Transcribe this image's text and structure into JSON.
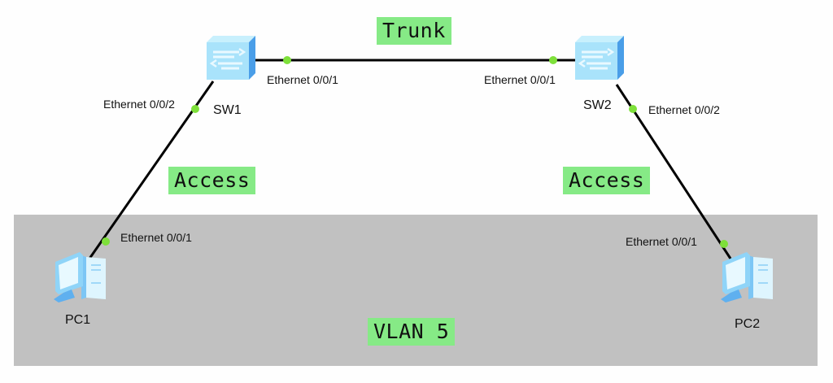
{
  "tags": {
    "trunk": "Trunk",
    "access_left": "Access",
    "access_right": "Access",
    "vlan": "VLAN 5"
  },
  "devices": {
    "sw1": {
      "label": "SW1",
      "type": "switch-icon"
    },
    "sw2": {
      "label": "SW2",
      "type": "switch-icon"
    },
    "pc1": {
      "label": "PC1",
      "type": "pc-icon"
    },
    "pc2": {
      "label": "PC2",
      "type": "pc-icon"
    }
  },
  "ports": {
    "sw1_e001": "Ethernet 0/0/1",
    "sw1_e002": "Ethernet 0/0/2",
    "sw2_e001": "Ethernet 0/0/1",
    "sw2_e002": "Ethernet 0/0/2",
    "pc1_e001": "Ethernet 0/0/1",
    "pc2_e001": "Ethernet 0/0/1"
  },
  "colors": {
    "tag_bg": "#86ea86",
    "vlan_zone": "#c1c1c1",
    "port_dot": "#7ee03a",
    "device_blue": "#a9e3fb"
  }
}
